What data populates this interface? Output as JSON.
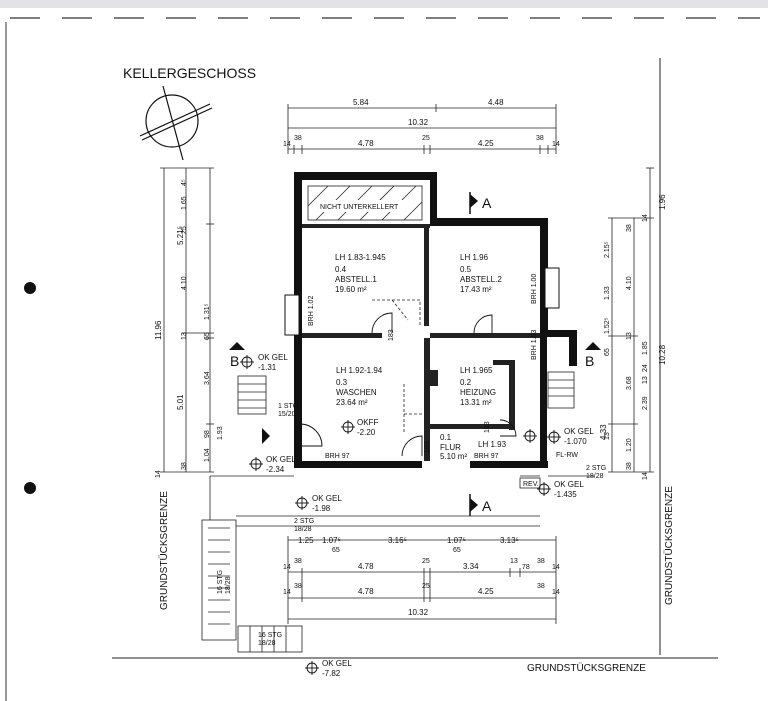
{
  "title": "KELLERGESCHOSS",
  "rooms": [
    {
      "name": "NICHT UNTERKELLERT"
    },
    {
      "lh": "LH 1.83-1.945",
      "num": "0.4",
      "name": "ABSTELL.1",
      "area": "19.60 m²"
    },
    {
      "lh": "LH 1.96",
      "num": "0.5",
      "name": "ABSTELL.2",
      "area": "17.43 m²"
    },
    {
      "lh": "LH 1.92-1.94",
      "num": "0.3",
      "name": "WASCHEN",
      "area": "23.64 m²"
    },
    {
      "lh": "LH 1.965",
      "num": "0.2",
      "name": "HEIZUNG",
      "area": "13.31 m²"
    },
    {
      "num": "0.1",
      "name": "FLUR",
      "area": "5.10 m²",
      "lh": "LH 1.93"
    }
  ],
  "sections": {
    "a": "A",
    "b": "B"
  },
  "levels": [
    {
      "label": "OK GEL",
      "value": "-1.31"
    },
    {
      "label": "OKFF",
      "value": "-2.20"
    },
    {
      "label": "OK GEL",
      "value": "-2.34"
    },
    {
      "label": "OK GEL",
      "value": "-1.98"
    },
    {
      "label": "OK GEL",
      "value": "-1.070"
    },
    {
      "label": "OK GEL",
      "value": "-1.435"
    },
    {
      "label": "OK GEL",
      "value": "-7.82"
    }
  ],
  "boundary": {
    "left": "GRUNDSTÜCKSGRENZE",
    "right": "GRUNDSTÜCKSGRENZE",
    "bottom": "GRUNDSTÜCKSGRENZE"
  },
  "top_dims": {
    "row1": [
      "5.84",
      "4.48"
    ],
    "row2": [
      "10.32"
    ],
    "row3": [
      "14",
      "38",
      "4.78",
      "25",
      "4.25",
      "38",
      "14"
    ]
  },
  "bottom_dims": {
    "row1": [
      "1.25",
      "1.07⁵",
      "65",
      "3.16⁵",
      "1.07⁵",
      "65",
      "3.13⁵"
    ],
    "row2": [
      "14",
      "38",
      "4.78",
      "25",
      "3.34",
      "13",
      "78",
      "38",
      "14"
    ],
    "row3": [
      "14",
      "38",
      "4.78",
      "25",
      "4.25",
      "38",
      "14"
    ],
    "row4": [
      "10.32"
    ]
  },
  "left_dims": {
    "outer": "11.96",
    "mid1": "5.21⁵",
    "mid2": "5.01",
    "inner": [
      "1.65",
      "25",
      "4.10",
      "13",
      "1.31⁵",
      "65",
      "3.64",
      "1.93",
      "98",
      "1.04",
      "38",
      "14",
      "4⁵"
    ]
  },
  "right_dims": {
    "outer": "1.96",
    "mid1": "10.28",
    "mid2": "4.33",
    "inner": [
      "2.15⁵",
      "38",
      "14",
      "4.10",
      "1.33",
      "13",
      "1.52⁵",
      "65",
      "3.68",
      "1.85",
      "24",
      "13",
      "2.39",
      "1.20",
      "38",
      "14",
      "13"
    ]
  },
  "stairs": [
    {
      "label": "1 STG",
      "sub": "15/20"
    },
    {
      "label": "2 STG",
      "sub": "18/28"
    },
    {
      "label": "2 STG",
      "sub": "18/28"
    },
    {
      "label": "16 STG",
      "sub": "18/28"
    },
    {
      "label": "16 STG",
      "sub": "18/28"
    }
  ],
  "notes": {
    "brh1": "BRH 1.02",
    "brh2": "BRH 1.00",
    "brh3": "BRH 97",
    "brh4": "BRH 97",
    "brh5": "BRH 1.63",
    "fl": "FL-RW",
    "rev": "REV.",
    "tr1": "183",
    "tr2": "183",
    "tr3": "183"
  }
}
